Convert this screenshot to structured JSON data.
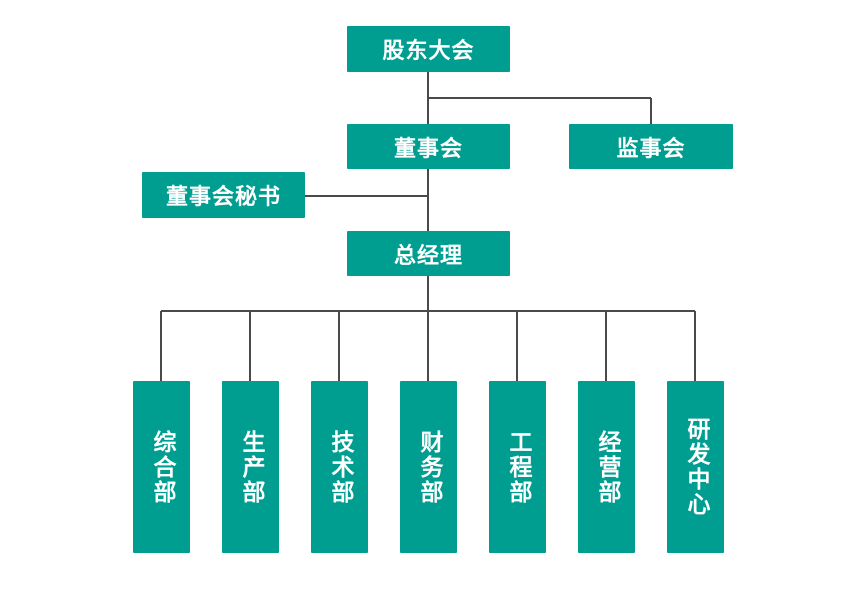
{
  "org_chart": {
    "shareholders": "股东大会",
    "board": "董事会",
    "supervisors": "监事会",
    "board_secretary": "董事会秘书",
    "general_manager": "总经理",
    "departments": [
      "综合部",
      "生产部",
      "技术部",
      "财务部",
      "工程部",
      "经营部",
      "研发中心"
    ]
  },
  "colors": {
    "box_fill": "#009e91",
    "box_text": "#ffffff",
    "connector": "#4a4a4a"
  }
}
